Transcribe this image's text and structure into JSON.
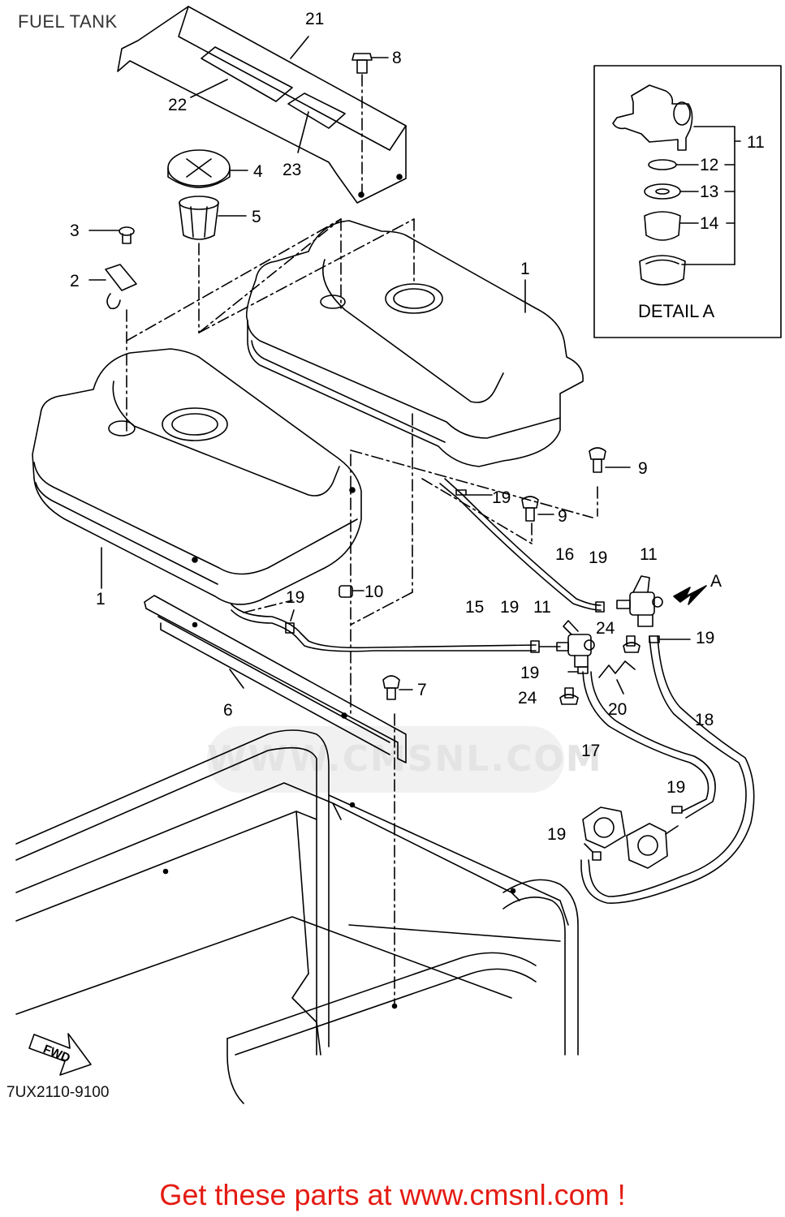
{
  "title": "FUEL TANK",
  "diagram_code": "7UX2110-9100",
  "footer_text": "Get these parts at www.cmsnl.com !",
  "watermark_text": "WWW.CMSNL.COM",
  "detail_label": "DETAIL A",
  "detail_marker": "A",
  "fwd_label": "FWD",
  "colors": {
    "footer": "#e41b13",
    "line": "#000000",
    "watermark": "#cfcfcf"
  },
  "callouts": {
    "c1a": "1",
    "c1b": "1",
    "c2": "2",
    "c3": "3",
    "c4": "4",
    "c5": "5",
    "c6": "6",
    "c7": "7",
    "c8": "8",
    "c9a": "9",
    "c9b": "9",
    "c10": "10",
    "c11a": "11",
    "c11b": "11",
    "c11c": "11",
    "c12": "12",
    "c13": "13",
    "c14": "14",
    "c15": "15",
    "c16": "16",
    "c17": "17",
    "c18": "18",
    "c19a": "19",
    "c19b": "19",
    "c19c": "19",
    "c19d": "19",
    "c19e": "19",
    "c19f": "19",
    "c19g": "19",
    "c19h": "19",
    "c20": "20",
    "c21": "21",
    "c22": "22",
    "c23": "23",
    "c24a": "24",
    "c24b": "24"
  }
}
